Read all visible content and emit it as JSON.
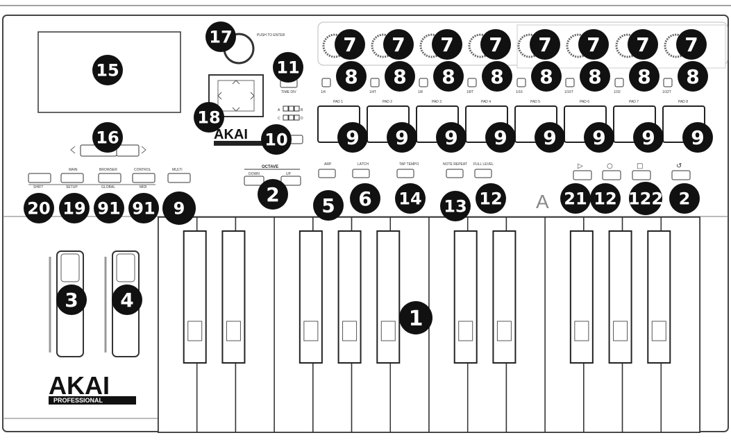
{
  "brand": {
    "name": "AKAI",
    "sub": "PROFESSIONAL",
    "model_partial": "A"
  },
  "labels": {
    "push_to_enter": "PUSH TO ENTER",
    "time_div": "TIME DIV",
    "octave": "OCTAVE",
    "down": "DOWN",
    "up": "UP",
    "arp": "ARP",
    "latch": "LATCH",
    "tap_tempo": "TAP TEMPO",
    "note_repeat": "NOTE REPEAT",
    "full_level": "FULL LEVEL",
    "shift": "SHIFT",
    "main": "MAIN",
    "setup": "SETUP",
    "browser": "BROWSER",
    "global": "GLOBAL",
    "control": "CONTROL",
    "midi": "MIDI",
    "multi": "MULTI",
    "bank_a": "A",
    "bank_b": "B",
    "bank_c": "C",
    "bank_d": "D",
    "pads": [
      "PAD 1",
      "PAD 2",
      "PAD 3",
      "PAD 4",
      "PAD 5",
      "PAD 6",
      "PAD 7",
      "PAD 8"
    ],
    "divs": [
      "1/4",
      "1/4T",
      "1/8",
      "1/8T",
      "1/16",
      "1/16T",
      "1/32",
      "1/32T"
    ],
    "transport": [
      "▷",
      "○",
      "□",
      "↺"
    ]
  },
  "callouts": {
    "c1": "1",
    "c2": "2",
    "c3": "3",
    "c4": "4",
    "c5": "5",
    "c6": "6",
    "c7": "7",
    "c8": "8",
    "c9": "9",
    "c10": "10",
    "c11": "11",
    "c12": "12",
    "c13": "13",
    "c14": "14",
    "c15": "15",
    "c16": "16",
    "c17": "17",
    "c18": "18",
    "c20": "20",
    "c19": "19",
    "c91a": "91",
    "c91b": "91",
    "c9_trail": "9",
    "c21": "21",
    "c2_frag": "2",
    "c122": "122"
  }
}
